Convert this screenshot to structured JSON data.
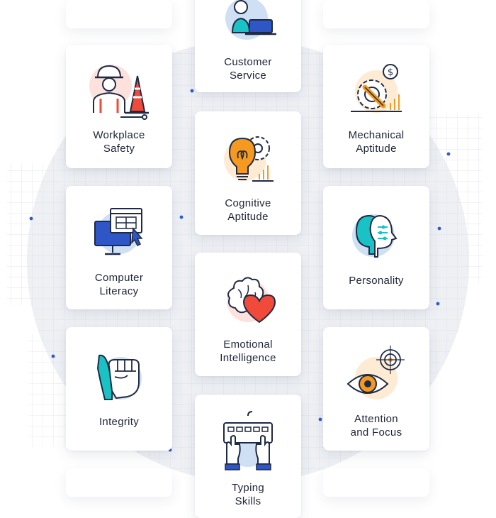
{
  "colors": {
    "outline": "#1f2a44",
    "accent_orange": "#f59a1f",
    "accent_red": "#ef4a3a",
    "accent_teal": "#19c2c4",
    "accent_blue": "#2f56c6",
    "accent_lightblue": "#cfe0f5",
    "accent_pink": "#fde1dc",
    "accent_cream": "#fdebd4",
    "dot_blue": "#2d5bd0"
  },
  "cards": [
    {
      "id": "customer-service",
      "label_line1": "Customer",
      "label_line2": "Service",
      "icon": "headset-laptop-chat-icon"
    },
    {
      "id": "workplace-safety",
      "label_line1": "Workplace",
      "label_line2": "Safety",
      "icon": "worker-cone-icon"
    },
    {
      "id": "mechanical-aptitude",
      "label_line1": "Mechanical",
      "label_line2": "Aptitude",
      "icon": "gear-wrench-dollar-icon"
    },
    {
      "id": "cognitive-aptitude",
      "label_line1": "Cognitive",
      "label_line2": "Aptitude",
      "icon": "lightbulb-gear-icon"
    },
    {
      "id": "computer-literacy",
      "label_line1": "Computer",
      "label_line2": "Literacy",
      "icon": "monitor-cursor-icon"
    },
    {
      "id": "personality",
      "label_line1": "Personality",
      "label_line2": "",
      "icon": "two-heads-icon"
    },
    {
      "id": "emotional-intelligence",
      "label_line1": "Emotional",
      "label_line2": "Intelligence",
      "icon": "brain-heart-icon"
    },
    {
      "id": "integrity",
      "label_line1": "Integrity",
      "label_line2": "",
      "icon": "fist-icon"
    },
    {
      "id": "attention-focus",
      "label_line1": "Attention",
      "label_line2": "and Focus",
      "icon": "eye-target-icon"
    },
    {
      "id": "typing-skills",
      "label_line1": "Typing",
      "label_line2": "Skills",
      "icon": "keyboard-hands-icon"
    }
  ]
}
